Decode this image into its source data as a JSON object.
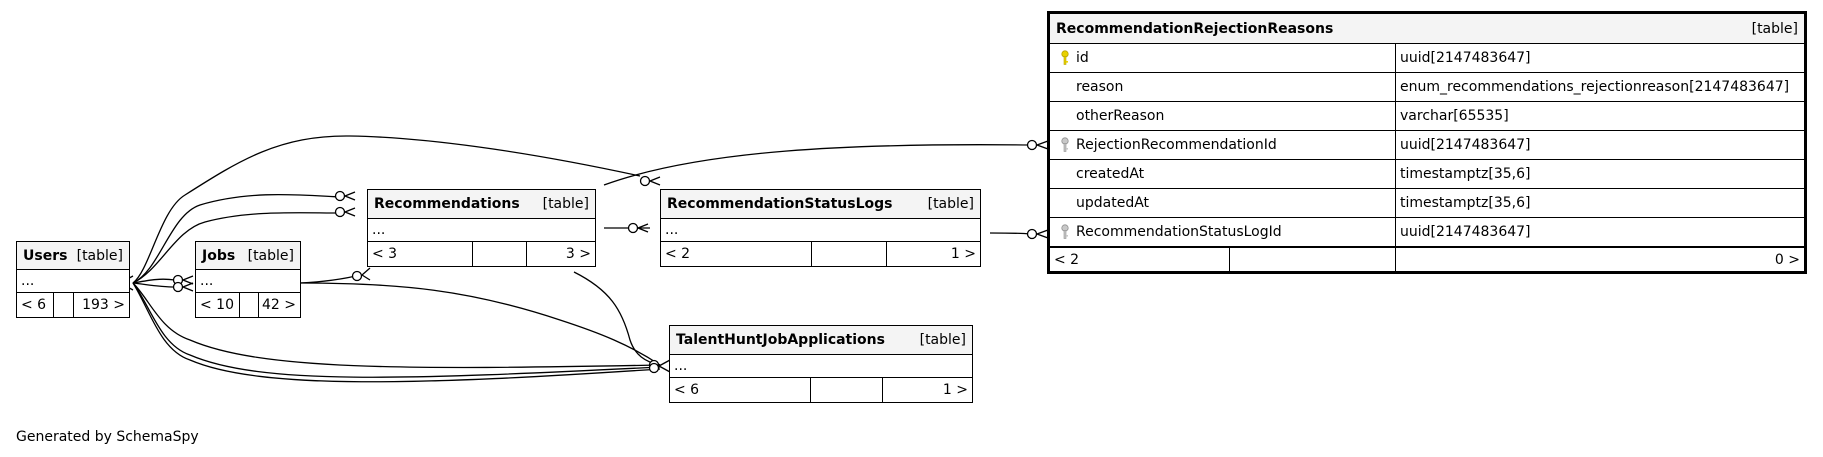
{
  "footer": "Generated by SchemaSpy",
  "tables": {
    "users": {
      "name": "Users",
      "kind": "[table]",
      "body": "...",
      "nav": [
        "< 6",
        "",
        "193 >"
      ]
    },
    "jobs": {
      "name": "Jobs",
      "kind": "[table]",
      "body": "...",
      "nav": [
        "< 10",
        "",
        "42 >"
      ]
    },
    "recommendations": {
      "name": "Recommendations",
      "kind": "[table]",
      "body": "...",
      "nav": [
        "< 3",
        "",
        "3 >"
      ]
    },
    "statuslogs": {
      "name": "RecommendationStatusLogs",
      "kind": "[table]",
      "body": "...",
      "nav": [
        "< 2",
        "",
        "1 >"
      ]
    },
    "talent": {
      "name": "TalentHuntJobApplications",
      "kind": "[table]",
      "body": "...",
      "nav": [
        "< 6",
        "",
        "1 >"
      ]
    },
    "rejection": {
      "name": "RecommendationRejectionReasons",
      "kind": "[table]",
      "columns": [
        {
          "name": "id",
          "type": "uuid[2147483647]",
          "key": "primary"
        },
        {
          "name": "reason",
          "type": "enum_recommendations_rejectionreason[2147483647]",
          "key": ""
        },
        {
          "name": "otherReason",
          "type": "varchar[65535]",
          "key": ""
        },
        {
          "name": "RejectionRecommendationId",
          "type": "uuid[2147483647]",
          "key": "foreign"
        },
        {
          "name": "createdAt",
          "type": "timestamptz[35,6]",
          "key": ""
        },
        {
          "name": "updatedAt",
          "type": "timestamptz[35,6]",
          "key": ""
        },
        {
          "name": "RecommendationStatusLogId",
          "type": "uuid[2147483647]",
          "key": "foreign"
        }
      ],
      "nav": [
        "< 2",
        "",
        "0 >"
      ]
    }
  },
  "colors": {
    "primary_key": "#e8d100",
    "foreign_key": "#a0a0a0",
    "header_bg": "#f4f4f4",
    "line": "#000000"
  }
}
